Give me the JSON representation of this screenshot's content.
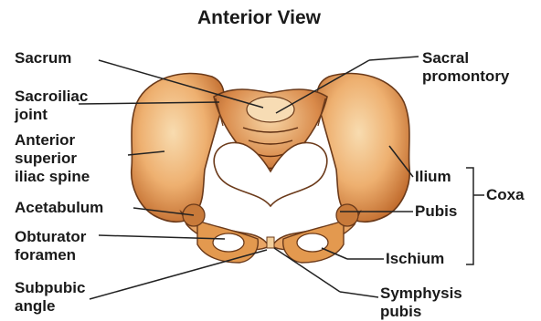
{
  "title": "Anterior View",
  "labels": {
    "sacrum": "Sacrum",
    "sacroiliac_joint": [
      "Sacroiliac",
      "joint"
    ],
    "asis": [
      "Anterior",
      "superior",
      "iliac spine"
    ],
    "acetabulum": "Acetabulum",
    "obturator_foramen": [
      "Obturator",
      "foramen"
    ],
    "subpubic_angle": [
      "Subpubic",
      "angle"
    ],
    "sacral_promontory": [
      "Sacral",
      "promontory"
    ],
    "ilium": "Ilium",
    "pubis": "Pubis",
    "ischium": "Ischium",
    "coxa": "Coxa",
    "symphysis_pubis": [
      "Symphysis",
      "pubis"
    ]
  },
  "colors": {
    "bone_light": "#f6d7a8",
    "bone_mid": "#e9a868",
    "bone_dark": "#b8652c",
    "outline": "#6b3a1a",
    "text": "#1a1a1a"
  }
}
